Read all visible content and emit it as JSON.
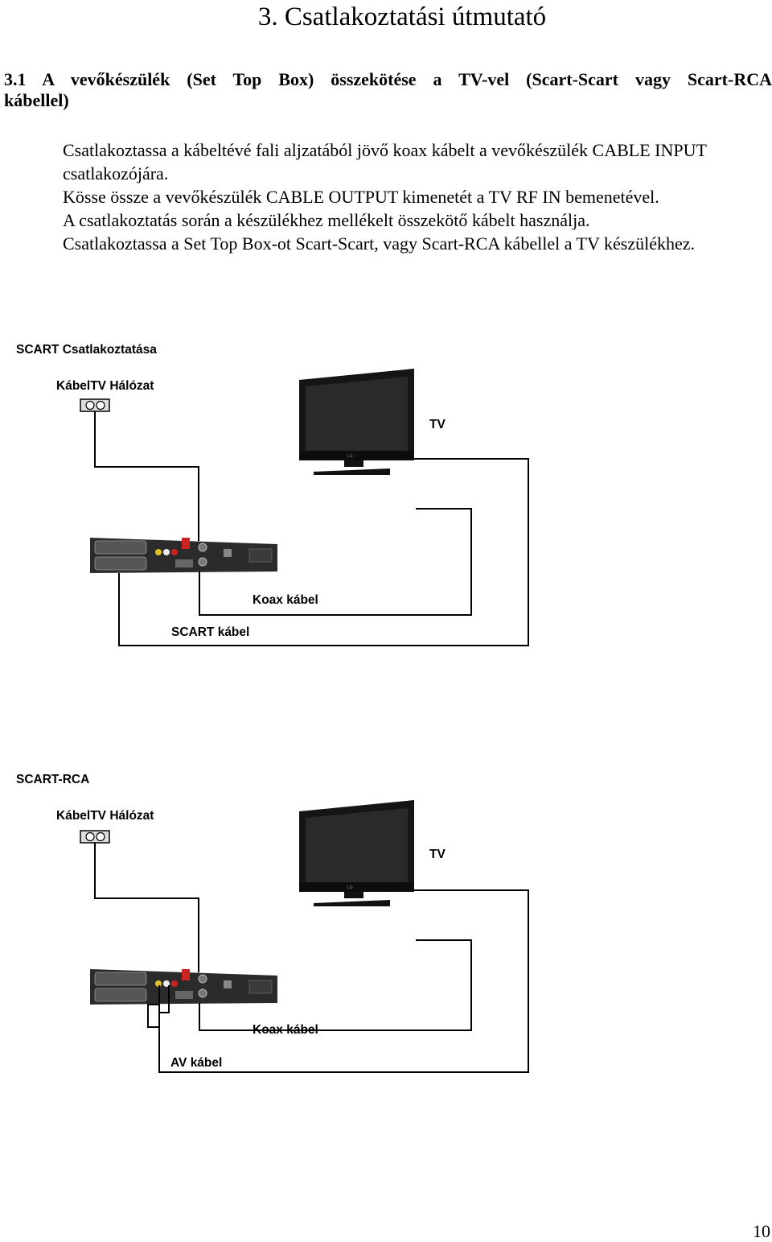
{
  "page": {
    "title": "3. Csatlakoztatási útmutató",
    "section_heading_line1": "3.1 A vevőkészülék (Set Top Box) összekötése a TV-vel (Scart-Scart vagy Scart-RCA",
    "section_heading_line2": "kábellel)",
    "body": {
      "p1": "Csatlakoztassa a kábeltévé fali aljzatából jövő koax kábelt a vevőkészülék CABLE INPUT csatlakozójára.",
      "p2": "Kösse össze a vevőkészülék CABLE OUTPUT kimenetét a TV RF IN bemenetével.",
      "p3": "A csatlakoztatás során a készülékhez mellékelt összekötő kábelt használja.",
      "p4": "Csatlakoztassa a Set Top Box-ot Scart-Scart, vagy Scart-RCA kábellel a TV készülékhez."
    },
    "page_number": "10"
  },
  "diagram1": {
    "heading": "SCART Csatlakoztatása",
    "network_label": "KábelTV Hálózat",
    "tv_label": "TV",
    "coax_label": "Koax kábel",
    "cable_label": "SCART kábel"
  },
  "diagram2": {
    "heading": "SCART-RCA",
    "network_label": "KábelTV Hálózat",
    "tv_label": "TV",
    "coax_label": "Koax kábel",
    "cable_label": "AV kábel"
  },
  "colors": {
    "cable_line": "#000000",
    "tv_body": "#1a1a1a",
    "stb_body": "#2b2b2b",
    "scart_connector": "#444444",
    "rca_red": "#cc2222",
    "rca_white": "#eeeeee",
    "rca_yellow": "#e0c020"
  },
  "icons": {
    "wall_socket": "wall-socket-icon",
    "tv": "flat-tv-icon",
    "set_top_box": "set-top-box-rear-icon"
  }
}
